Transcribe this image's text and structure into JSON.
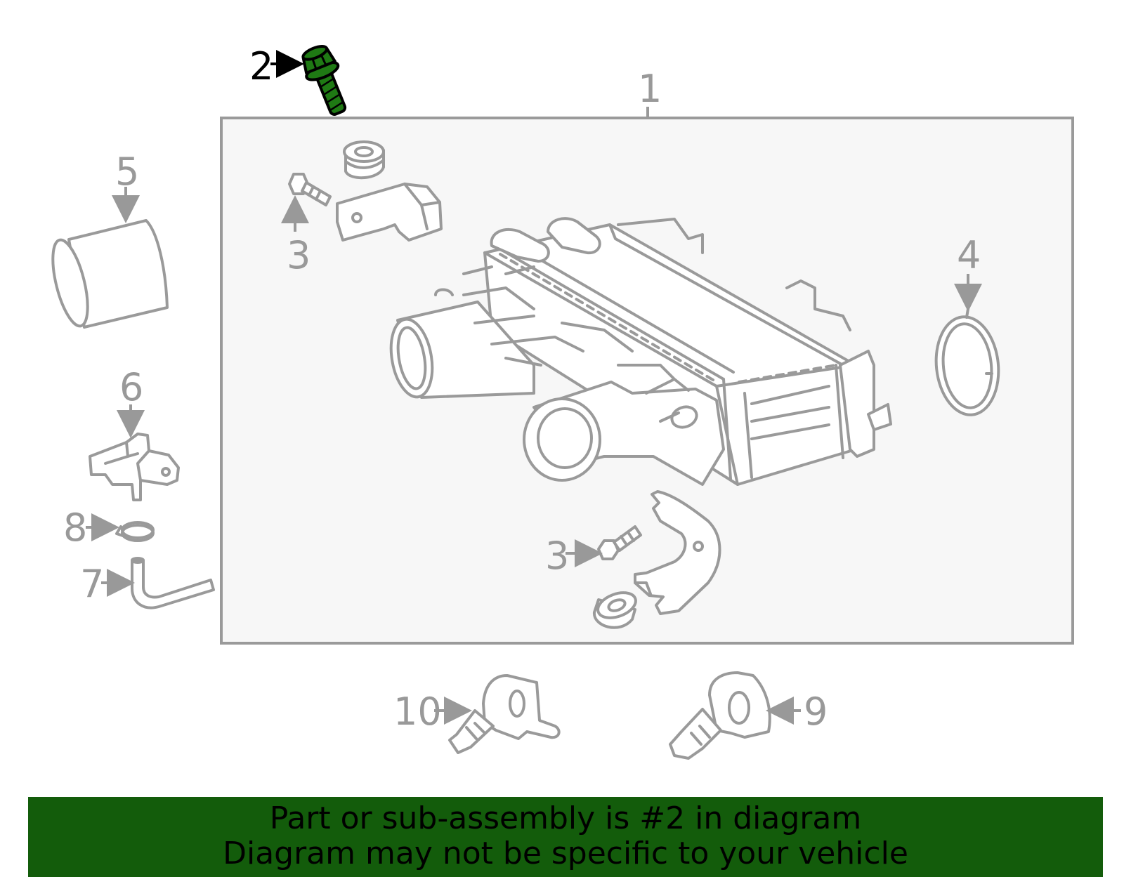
{
  "diagram": {
    "callouts": {
      "c1": "1",
      "c2": "2",
      "c3a": "3",
      "c3b": "3",
      "c4": "4",
      "c5": "5",
      "c6": "6",
      "c7": "7",
      "c8": "8",
      "c9": "9",
      "c10": "10"
    },
    "highlighted_part": "2",
    "colors": {
      "highlight_part": "#1f7a14",
      "line_art": "#9a9a9a",
      "assembly_box_fill": "#f7f7f7",
      "banner_background": "#135c0b"
    }
  },
  "banner": {
    "line1": "Part or sub-assembly is #2 in diagram",
    "line2": "Diagram may not be specific to your vehicle"
  }
}
